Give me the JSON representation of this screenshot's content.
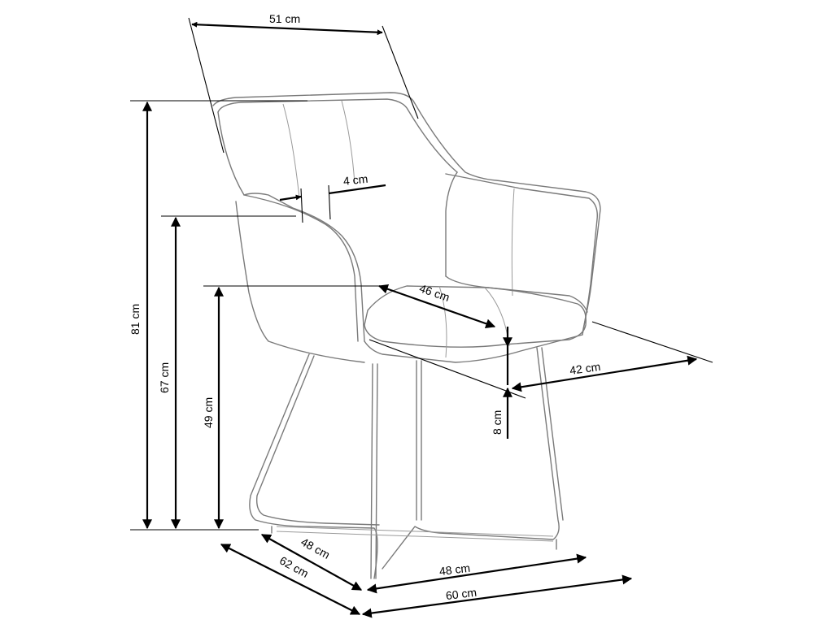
{
  "labels": {
    "back_width": "51 cm",
    "armrest_width": "4 cm",
    "total_height": "81 cm",
    "armrest_height": "67 cm",
    "seat_height": "49 cm",
    "seat_width": "46 cm",
    "seat_depth": "42 cm",
    "seat_thickness": "8 cm",
    "base_depth": "48 cm",
    "total_depth": "62 cm",
    "base_width": "48 cm",
    "total_width": "60 cm"
  }
}
